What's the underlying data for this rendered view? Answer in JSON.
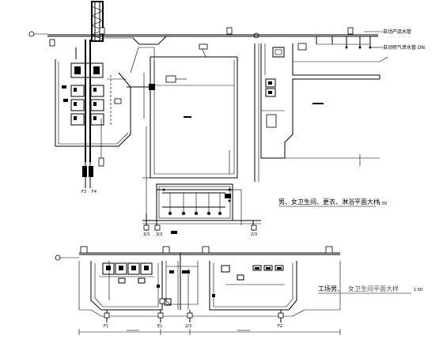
{
  "plan_upper": {
    "title": "男、女卫生间、更衣、淋浴平面大样",
    "scale": "1:50",
    "legend": [
      "自动产品水管",
      "自动喷气泄水管 DN"
    ],
    "axis_labels": [
      "F3",
      "F4",
      "3/3",
      "3/3",
      "2/3"
    ]
  },
  "plan_lower": {
    "title_prefix": "工场男、",
    "title_rest": "女卫生间平面大样",
    "scale": "1:50",
    "axis_labels": [
      "F1",
      "E1",
      "2/3",
      "F2"
    ]
  },
  "colors": {
    "line": "#000000",
    "background": "#ffffff",
    "faint_text": "#555555"
  }
}
